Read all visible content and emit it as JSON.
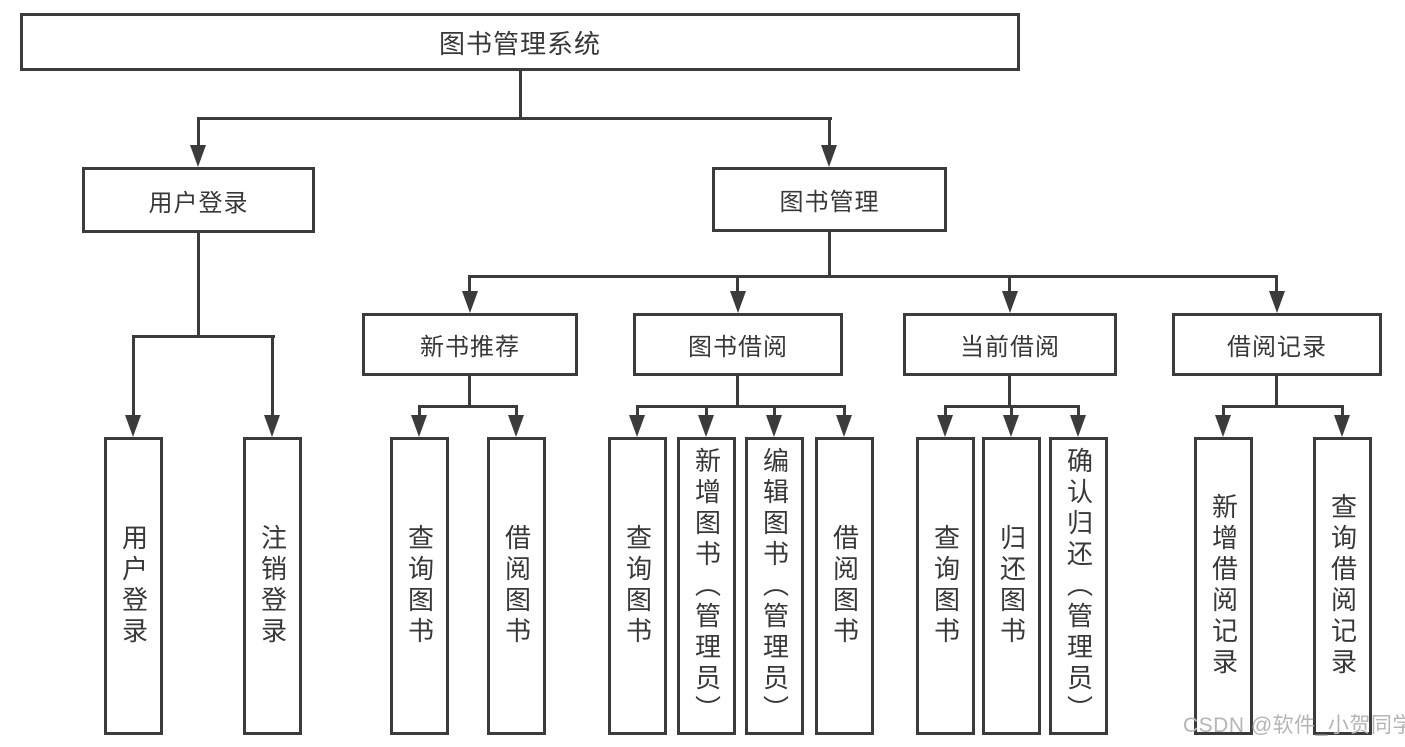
{
  "tree": {
    "root": "图书管理系统",
    "level2": {
      "user_login": "用户登录",
      "book_management": "图书管理"
    },
    "level3": {
      "new_book_recommendation": "新书推荐",
      "book_borrowing": "图书借阅",
      "current_borrowing": "当前借阅",
      "borrowing_records": "借阅记录"
    },
    "leaves": {
      "user_login": "用户登录",
      "logout": "注销登录",
      "recommend_query_books": "查询图书",
      "recommend_borrow_books": "借阅图书",
      "borrowing_query_books": "查询图书",
      "borrowing_add_books": "新增图书（管理员）",
      "borrowing_edit_books": "编辑图书（管理员）",
      "borrowing_borrow_books": "借阅图书",
      "current_query_books": "查询图书",
      "current_return_books": "归还图书",
      "current_confirm_return": "确认归还（管理员）",
      "records_add_record": "新增借阅记录",
      "records_query_record": "查询借阅记录"
    }
  },
  "watermark": "CSDN @软件_小贺同学",
  "colors": {
    "line": "#3b3b3b",
    "text": "#383838",
    "watermark": "#b5b5b5",
    "background": "#ffffff"
  }
}
